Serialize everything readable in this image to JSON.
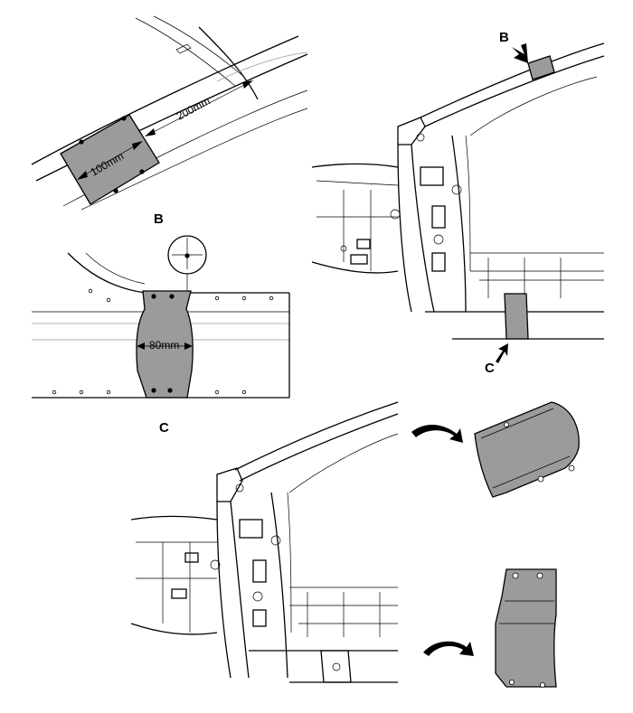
{
  "labels": {
    "detail_b_marker": "B",
    "detail_c_marker": "C",
    "view_b_title": "B",
    "view_c_title": "C"
  },
  "dimensions": {
    "roof_length": "200mm",
    "roof_width": "100mm",
    "pillar_width": "80mm"
  },
  "colors": {
    "patch_fill": "#9b9b9b",
    "line": "#000000"
  }
}
